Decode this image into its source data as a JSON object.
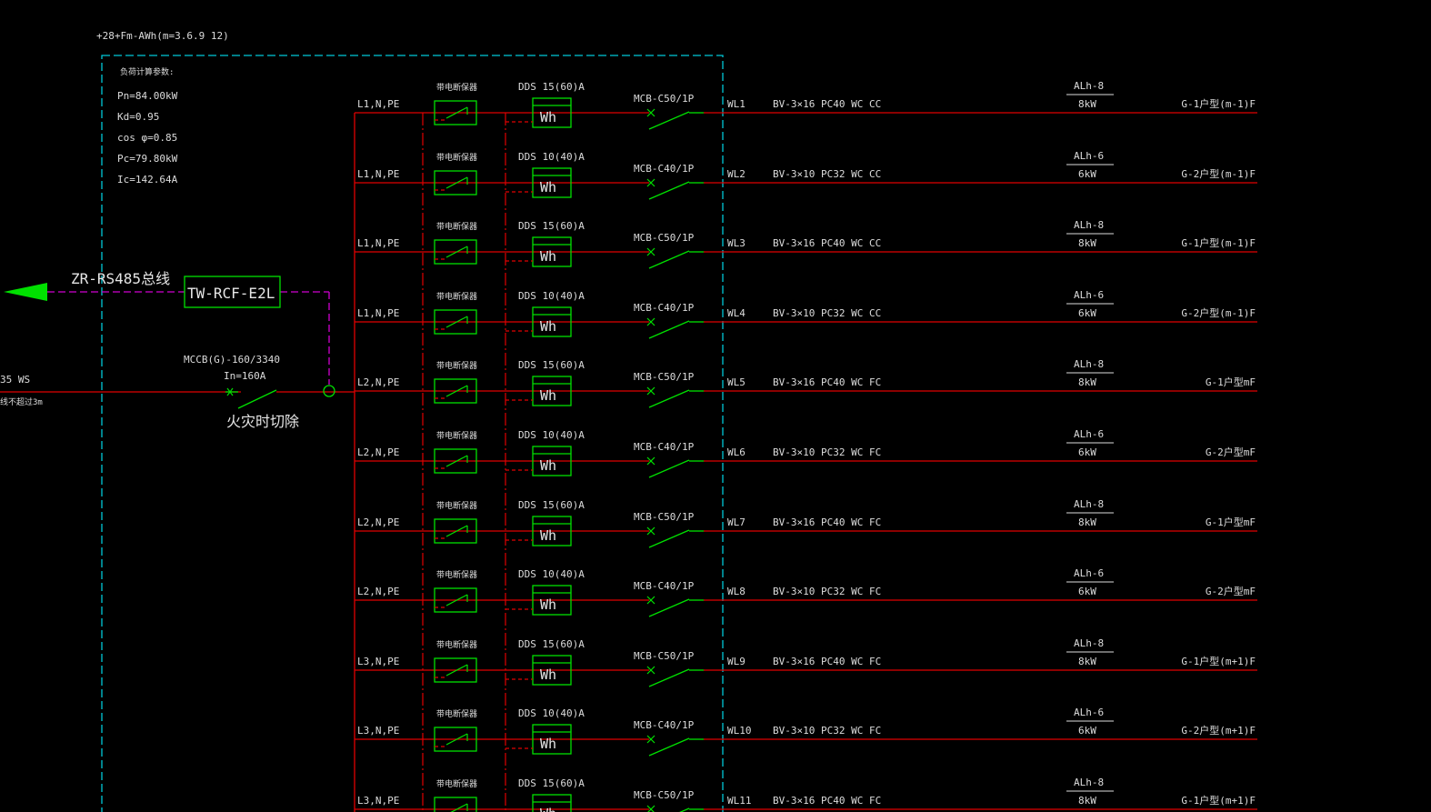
{
  "header": {
    "code": "+28+Fm-AWh(m=3.6.9 12)"
  },
  "calc": {
    "title": "负荷计算参数:",
    "pn": "Pn=84.00kW",
    "kd": "Kd=0.95",
    "cos": "cos φ=0.85",
    "pc": "Pc=79.80kW",
    "ic": "Ic=142.64A"
  },
  "bus": {
    "label": "ZR-RS485总线",
    "device": "TW-RCF-E2L"
  },
  "incoming": {
    "cable": "35 WS",
    "note": "线不超过3m",
    "breaker": "MCCB(G)-160/3340",
    "rating": "In=160A",
    "fire_note": "火灾时切除"
  },
  "circuits": [
    {
      "phase": "L1,N,PE",
      "fuse_label": "带电断保器",
      "meter": "DDS 15(60)A",
      "meter_symbol": "Wh",
      "mcb": "MCB-C50/1P",
      "wl": "WL1",
      "cable": "BV-3×16 PC40 WC CC",
      "al": "ALh-8",
      "kw": "8kW",
      "dest": "G-1户型(m-1)F"
    },
    {
      "phase": "L1,N,PE",
      "fuse_label": "带电断保器",
      "meter": "DDS 10(40)A",
      "meter_symbol": "Wh",
      "mcb": "MCB-C40/1P",
      "wl": "WL2",
      "cable": "BV-3×10 PC32 WC CC",
      "al": "ALh-6",
      "kw": "6kW",
      "dest": "G-2户型(m-1)F"
    },
    {
      "phase": "L1,N,PE",
      "fuse_label": "带电断保器",
      "meter": "DDS 15(60)A",
      "meter_symbol": "Wh",
      "mcb": "MCB-C50/1P",
      "wl": "WL3",
      "cable": "BV-3×16 PC40 WC CC",
      "al": "ALh-8",
      "kw": "8kW",
      "dest": "G-1户型(m-1)F"
    },
    {
      "phase": "L1,N,PE",
      "fuse_label": "带电断保器",
      "meter": "DDS 10(40)A",
      "meter_symbol": "Wh",
      "mcb": "MCB-C40/1P",
      "wl": "WL4",
      "cable": "BV-3×10 PC32 WC CC",
      "al": "ALh-6",
      "kw": "6kW",
      "dest": "G-2户型(m-1)F"
    },
    {
      "phase": "L2,N,PE",
      "fuse_label": "带电断保器",
      "meter": "DDS 15(60)A",
      "meter_symbol": "Wh",
      "mcb": "MCB-C50/1P",
      "wl": "WL5",
      "cable": "BV-3×16 PC40 WC FC",
      "al": "ALh-8",
      "kw": "8kW",
      "dest": "G-1户型mF"
    },
    {
      "phase": "L2,N,PE",
      "fuse_label": "带电断保器",
      "meter": "DDS 10(40)A",
      "meter_symbol": "Wh",
      "mcb": "MCB-C40/1P",
      "wl": "WL6",
      "cable": "BV-3×10 PC32 WC FC",
      "al": "ALh-6",
      "kw": "6kW",
      "dest": "G-2户型mF"
    },
    {
      "phase": "L2,N,PE",
      "fuse_label": "带电断保器",
      "meter": "DDS 15(60)A",
      "meter_symbol": "Wh",
      "mcb": "MCB-C50/1P",
      "wl": "WL7",
      "cable": "BV-3×16 PC40 WC FC",
      "al": "ALh-8",
      "kw": "8kW",
      "dest": "G-1户型mF"
    },
    {
      "phase": "L2,N,PE",
      "fuse_label": "带电断保器",
      "meter": "DDS 10(40)A",
      "meter_symbol": "Wh",
      "mcb": "MCB-C40/1P",
      "wl": "WL8",
      "cable": "BV-3×10 PC32 WC FC",
      "al": "ALh-6",
      "kw": "6kW",
      "dest": "G-2户型mF"
    },
    {
      "phase": "L3,N,PE",
      "fuse_label": "带电断保器",
      "meter": "DDS 15(60)A",
      "meter_symbol": "Wh",
      "mcb": "MCB-C50/1P",
      "wl": "WL9",
      "cable": "BV-3×16 PC40 WC FC",
      "al": "ALh-8",
      "kw": "8kW",
      "dest": "G-1户型(m+1)F"
    },
    {
      "phase": "L3,N,PE",
      "fuse_label": "带电断保器",
      "meter": "DDS 10(40)A",
      "meter_symbol": "Wh",
      "mcb": "MCB-C40/1P",
      "wl": "WL10",
      "cable": "BV-3×10 PC32 WC FC",
      "al": "ALh-6",
      "kw": "6kW",
      "dest": "G-2户型(m+1)F"
    },
    {
      "phase": "L3,N,PE",
      "fuse_label": "带电断保器",
      "meter": "DDS 15(60)A",
      "meter_symbol": "Wh",
      "mcb": "MCB-C50/1P",
      "wl": "WL11",
      "cable": "BV-3×16 PC40 WC FC",
      "al": "ALh-8",
      "kw": "8kW",
      "dest": "G-1户型(m+1)F"
    }
  ],
  "colors": {
    "background": "#000000",
    "power_line": "#e00000",
    "device": "#00e000",
    "panel_border": "#00c8d8",
    "bus_line": "#d000d0",
    "text": "#dcdcdc"
  }
}
